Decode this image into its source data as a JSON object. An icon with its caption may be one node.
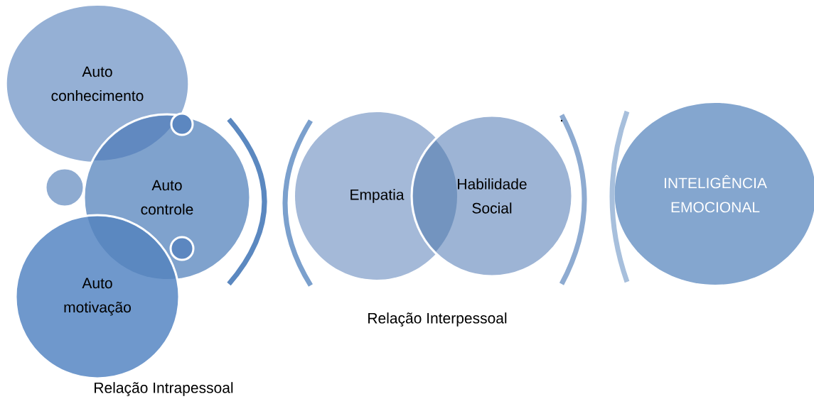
{
  "diagram": {
    "nodes": [
      {
        "text": [
          "Auto conhecimento"
        ]
      },
      {
        "text": [
          "Auto controle"
        ]
      },
      {
        "text": [
          "Auto motivação"
        ]
      },
      {
        "text": [],
        "shape": "circle"
      },
      {
        "text": [],
        "shape": "circle",
        "in": 1
      },
      {
        "text": [],
        "shape": "circle",
        "in": 1
      },
      {
        "text": [
          "Empatia"
        ]
      },
      {
        "text": [
          "Habilidade Social"
        ]
      },
      {
        "text": [
          "INTELIGÊNCIA EMOCIONAL"
        ]
      }
    ],
    "labels": [
      "Relação Intrapessoal",
      "Relação Interpessoal",
      "."
    ]
  }
}
